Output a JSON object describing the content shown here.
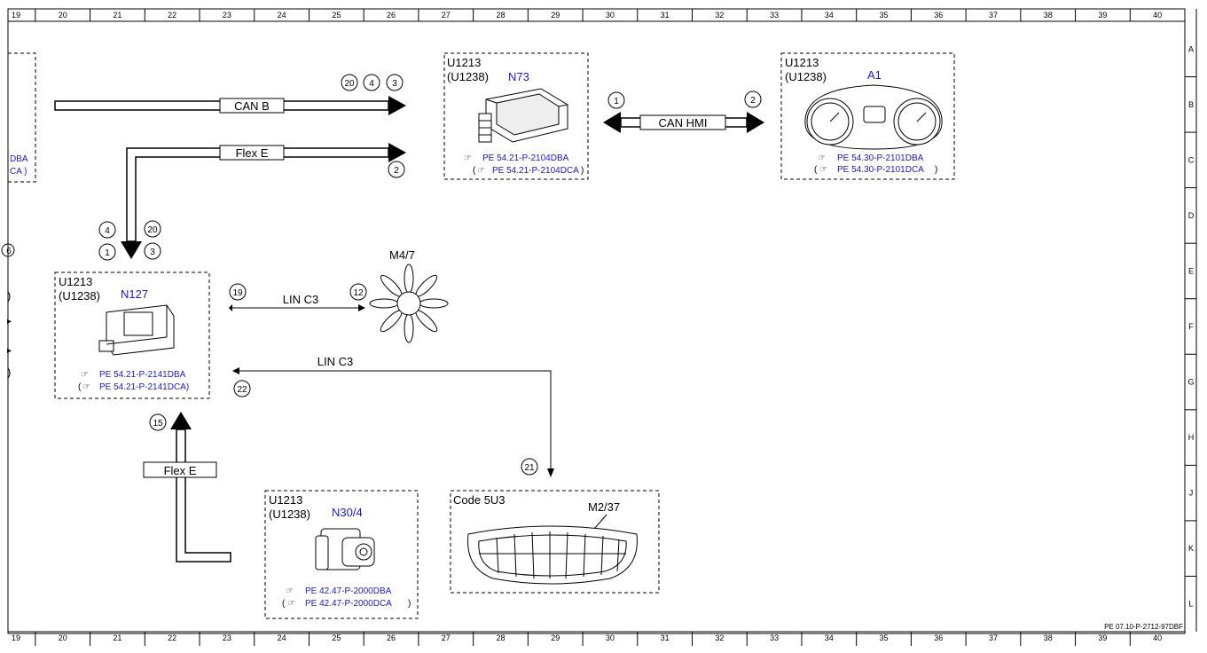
{
  "ruler": {
    "columns": [
      "19",
      "20",
      "21",
      "22",
      "23",
      "24",
      "25",
      "26",
      "27",
      "28",
      "29",
      "30",
      "31",
      "32",
      "33",
      "34",
      "35",
      "36",
      "37",
      "38",
      "39",
      "40"
    ],
    "rows": [
      "A",
      "B",
      "C",
      "D",
      "E",
      "F",
      "G",
      "H",
      "J",
      "K",
      "L"
    ]
  },
  "drawing_id": "PE 07.10-P-2712-97DBF",
  "components": {
    "n73": {
      "line1": "U1213",
      "line2": "(U1238)",
      "name": "N73",
      "ref1": "PE 54.21-P-2104DBA",
      "ref2": "PE 54.21-P-2104DCA",
      "ref2_pre": "(",
      "ref2_post": ")"
    },
    "a1": {
      "line1": "U1213",
      "line2": "(U1238)",
      "name": "A1",
      "ref1": "PE 54.30-P-2101DBA",
      "ref2": "PE 54.30-P-2101DCA",
      "ref2_pre": "(",
      "ref2_post": ")"
    },
    "n127": {
      "line1": "U1213",
      "line2": "(U1238)",
      "name": "N127",
      "ref1": "PE 54.21-P-2141DBA",
      "ref2": "PE 54.21-P-2141DCA)",
      "ref2_pre": "("
    },
    "n30_4": {
      "line1": "U1213",
      "line2": "(U1238)",
      "name": "N30/4",
      "ref1": "PE 42.47-P-2000DBA",
      "ref2": "PE 42.47-P-2000DCA",
      "ref2_pre": "(",
      "ref2_post": ")"
    },
    "code5u3": {
      "line1": "Code 5U3",
      "name": "M2/37"
    },
    "m4_7": {
      "name": "M4/7"
    },
    "left_partial": {
      "ref1": "DBA",
      "ref2": "CA )"
    }
  },
  "buses": {
    "can_b": "CAN B",
    "flex_e_top": "Flex E",
    "can_hmi": "CAN HMI",
    "lin_c3_a": "LIN C3",
    "lin_c3_b": "LIN C3",
    "flex_e_bottom": "Flex E"
  },
  "markers": {
    "c_20a": "20",
    "c_4a": "4",
    "c_3a": "3",
    "c_2a": "2",
    "c_1b": "1",
    "c_2b": "2",
    "c_4c": "4",
    "c_20c": "20",
    "c_1c": "1",
    "c_3c": "3",
    "c_19": "19",
    "c_12": "12",
    "c_22": "22",
    "c_15": "15",
    "c_21": "21",
    "c_6edge": "6"
  },
  "left_edge_marks": [
    ")",
    "▸",
    "▸",
    ")"
  ]
}
